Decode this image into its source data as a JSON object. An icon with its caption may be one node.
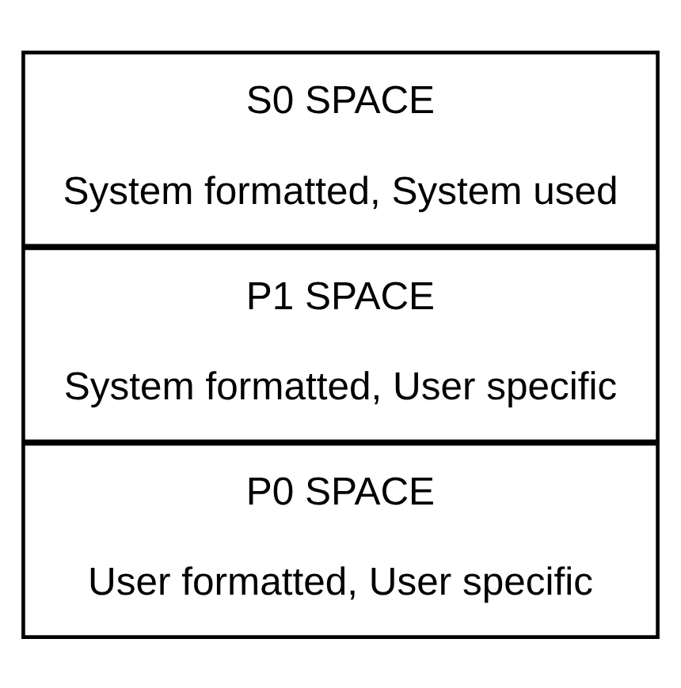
{
  "diagram": {
    "nodes": [
      {
        "text": [
          "P0 SPACE",
          "User formatted, User specific"
        ]
      },
      {
        "text": [
          "P1 SPACE",
          "System formatted, User specific"
        ]
      },
      {
        "text": [
          "S0 SPACE",
          "System formatted, System used"
        ]
      }
    ]
  }
}
